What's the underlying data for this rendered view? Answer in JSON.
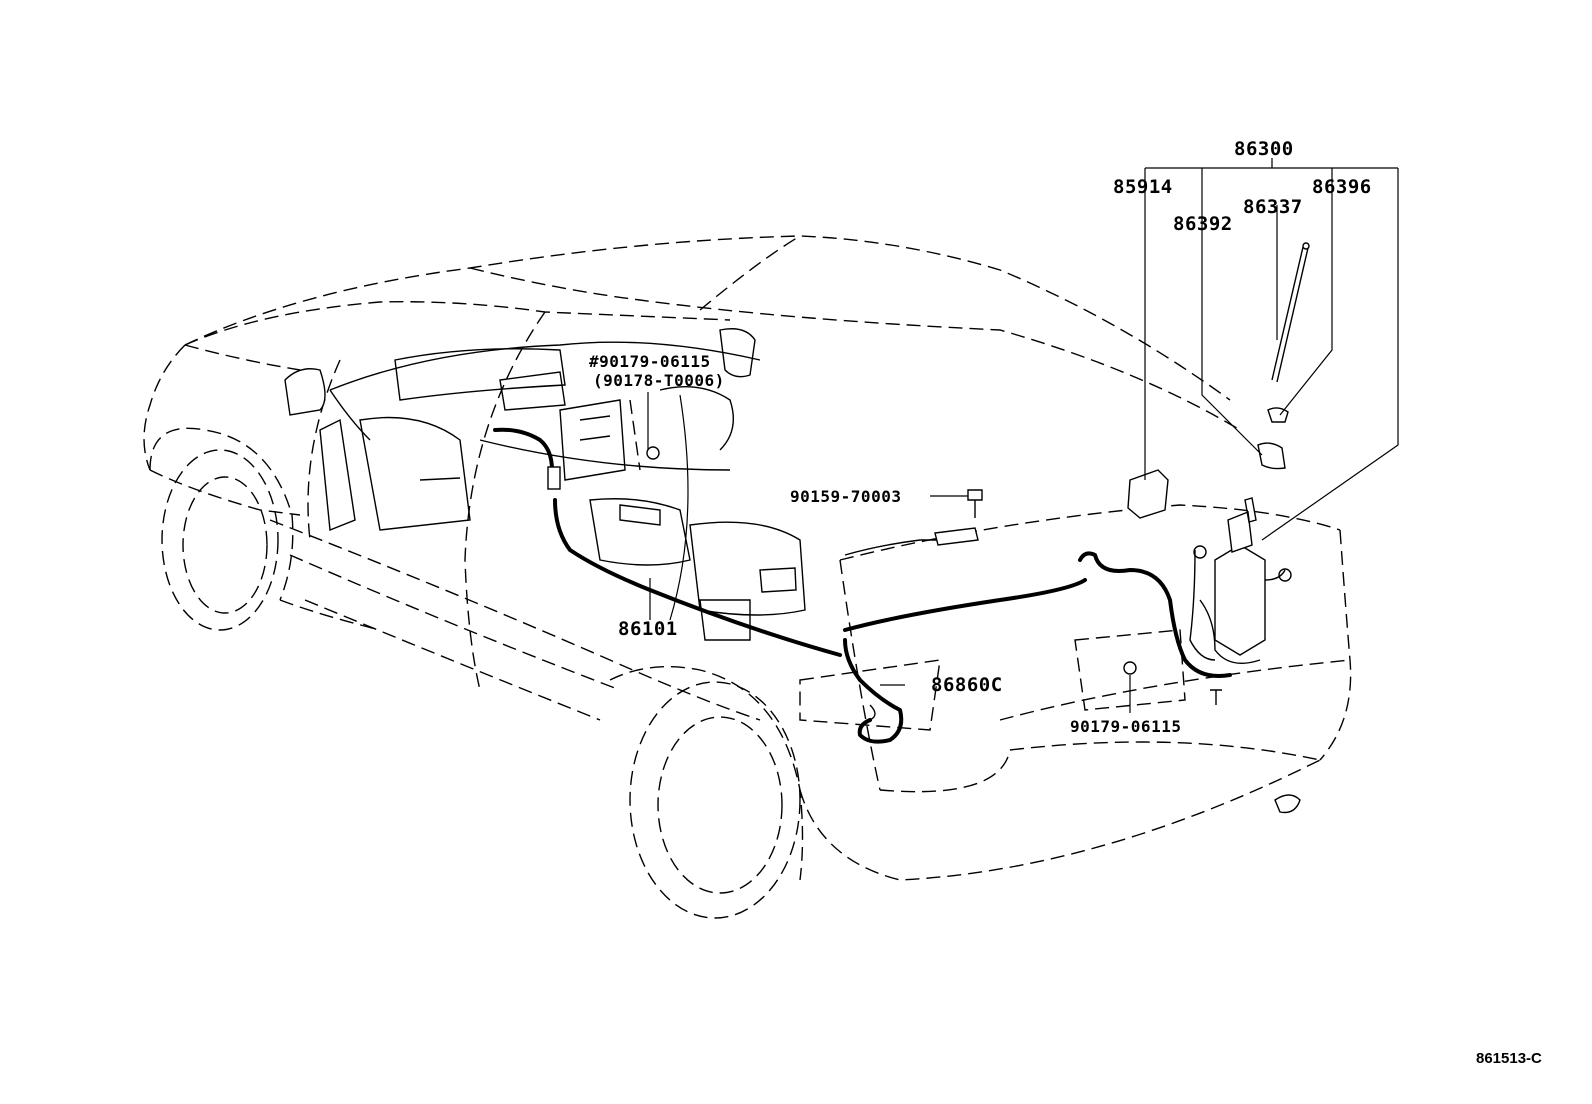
{
  "diagram": {
    "callouts": {
      "c86300": "86300",
      "c85914": "85914",
      "c86396": "86396",
      "c86337": "86337",
      "c86392": "86392",
      "c90179a": "#90179-06115",
      "c90178": "(90178-T0006)",
      "c90159": "90159-70003",
      "c86101": "86101",
      "c86860": "86860C",
      "c90179b": "90179-06115"
    },
    "figure_ref": "861513-C"
  }
}
